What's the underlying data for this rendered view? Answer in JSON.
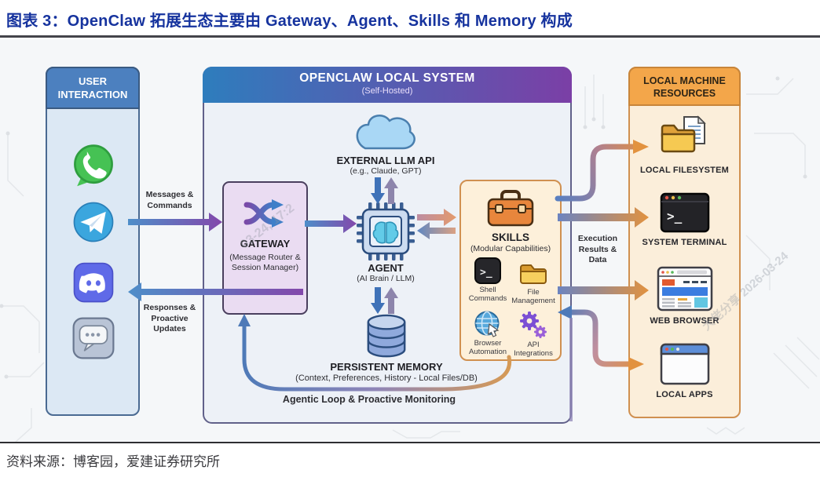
{
  "header": {
    "title": "图表 3：OpenClaw 拓展生态主要由 Gateway、Agent、Skills 和 Memory 构成"
  },
  "footer": {
    "source": "资料来源：博客园，爱建证券研究所"
  },
  "watermarks": {
    "center": "03-24, 17:2",
    "right": "大佬分享 2026-03-24"
  },
  "user_panel": {
    "title": "USER INTERACTION",
    "icons": [
      "whatsapp",
      "telegram",
      "discord",
      "chat"
    ]
  },
  "system_panel": {
    "title": "OPENCLAW LOCAL SYSTEM",
    "subtitle": "(Self-Hosted)"
  },
  "external_llm": {
    "label": "EXTERNAL LLM API",
    "sublabel": "(e.g., Claude, GPT)"
  },
  "gateway": {
    "label": "GATEWAY",
    "sublabel": "(Message Router & Session Manager)"
  },
  "agent": {
    "label": "AGENT",
    "sublabel": "(AI Brain / LLM)"
  },
  "skills": {
    "label": "SKILLS",
    "sublabel": "(Modular Capabilities)",
    "items": [
      {
        "label": "Shell Commands"
      },
      {
        "label": "File Management"
      },
      {
        "label": "Browser Automation"
      },
      {
        "label": "API Integrations"
      }
    ]
  },
  "memory": {
    "label": "PERSISTENT MEMORY",
    "sublabel": "(Context, Preferences, History - Local Files/DB)"
  },
  "loop": {
    "label": "Agentic Loop & Proactive Monitoring"
  },
  "resources_panel": {
    "title": "LOCAL MACHINE RESOURCES",
    "items": [
      {
        "label": "LOCAL FILESYSTEM"
      },
      {
        "label": "SYSTEM TERMINAL"
      },
      {
        "label": "WEB BROWSER"
      },
      {
        "label": "LOCAL APPS"
      }
    ]
  },
  "edges": {
    "to_gateway": "Messages & Commands",
    "to_user": "Responses & Proactive Updates",
    "to_resources": "Execution Results & Data"
  },
  "colors": {
    "title_blue": "#16339e",
    "user_header": "#4c80bf",
    "system_header_left": "#2e7dbd",
    "system_header_right": "#7b3fa6",
    "resources_header": "#f3a64a"
  }
}
